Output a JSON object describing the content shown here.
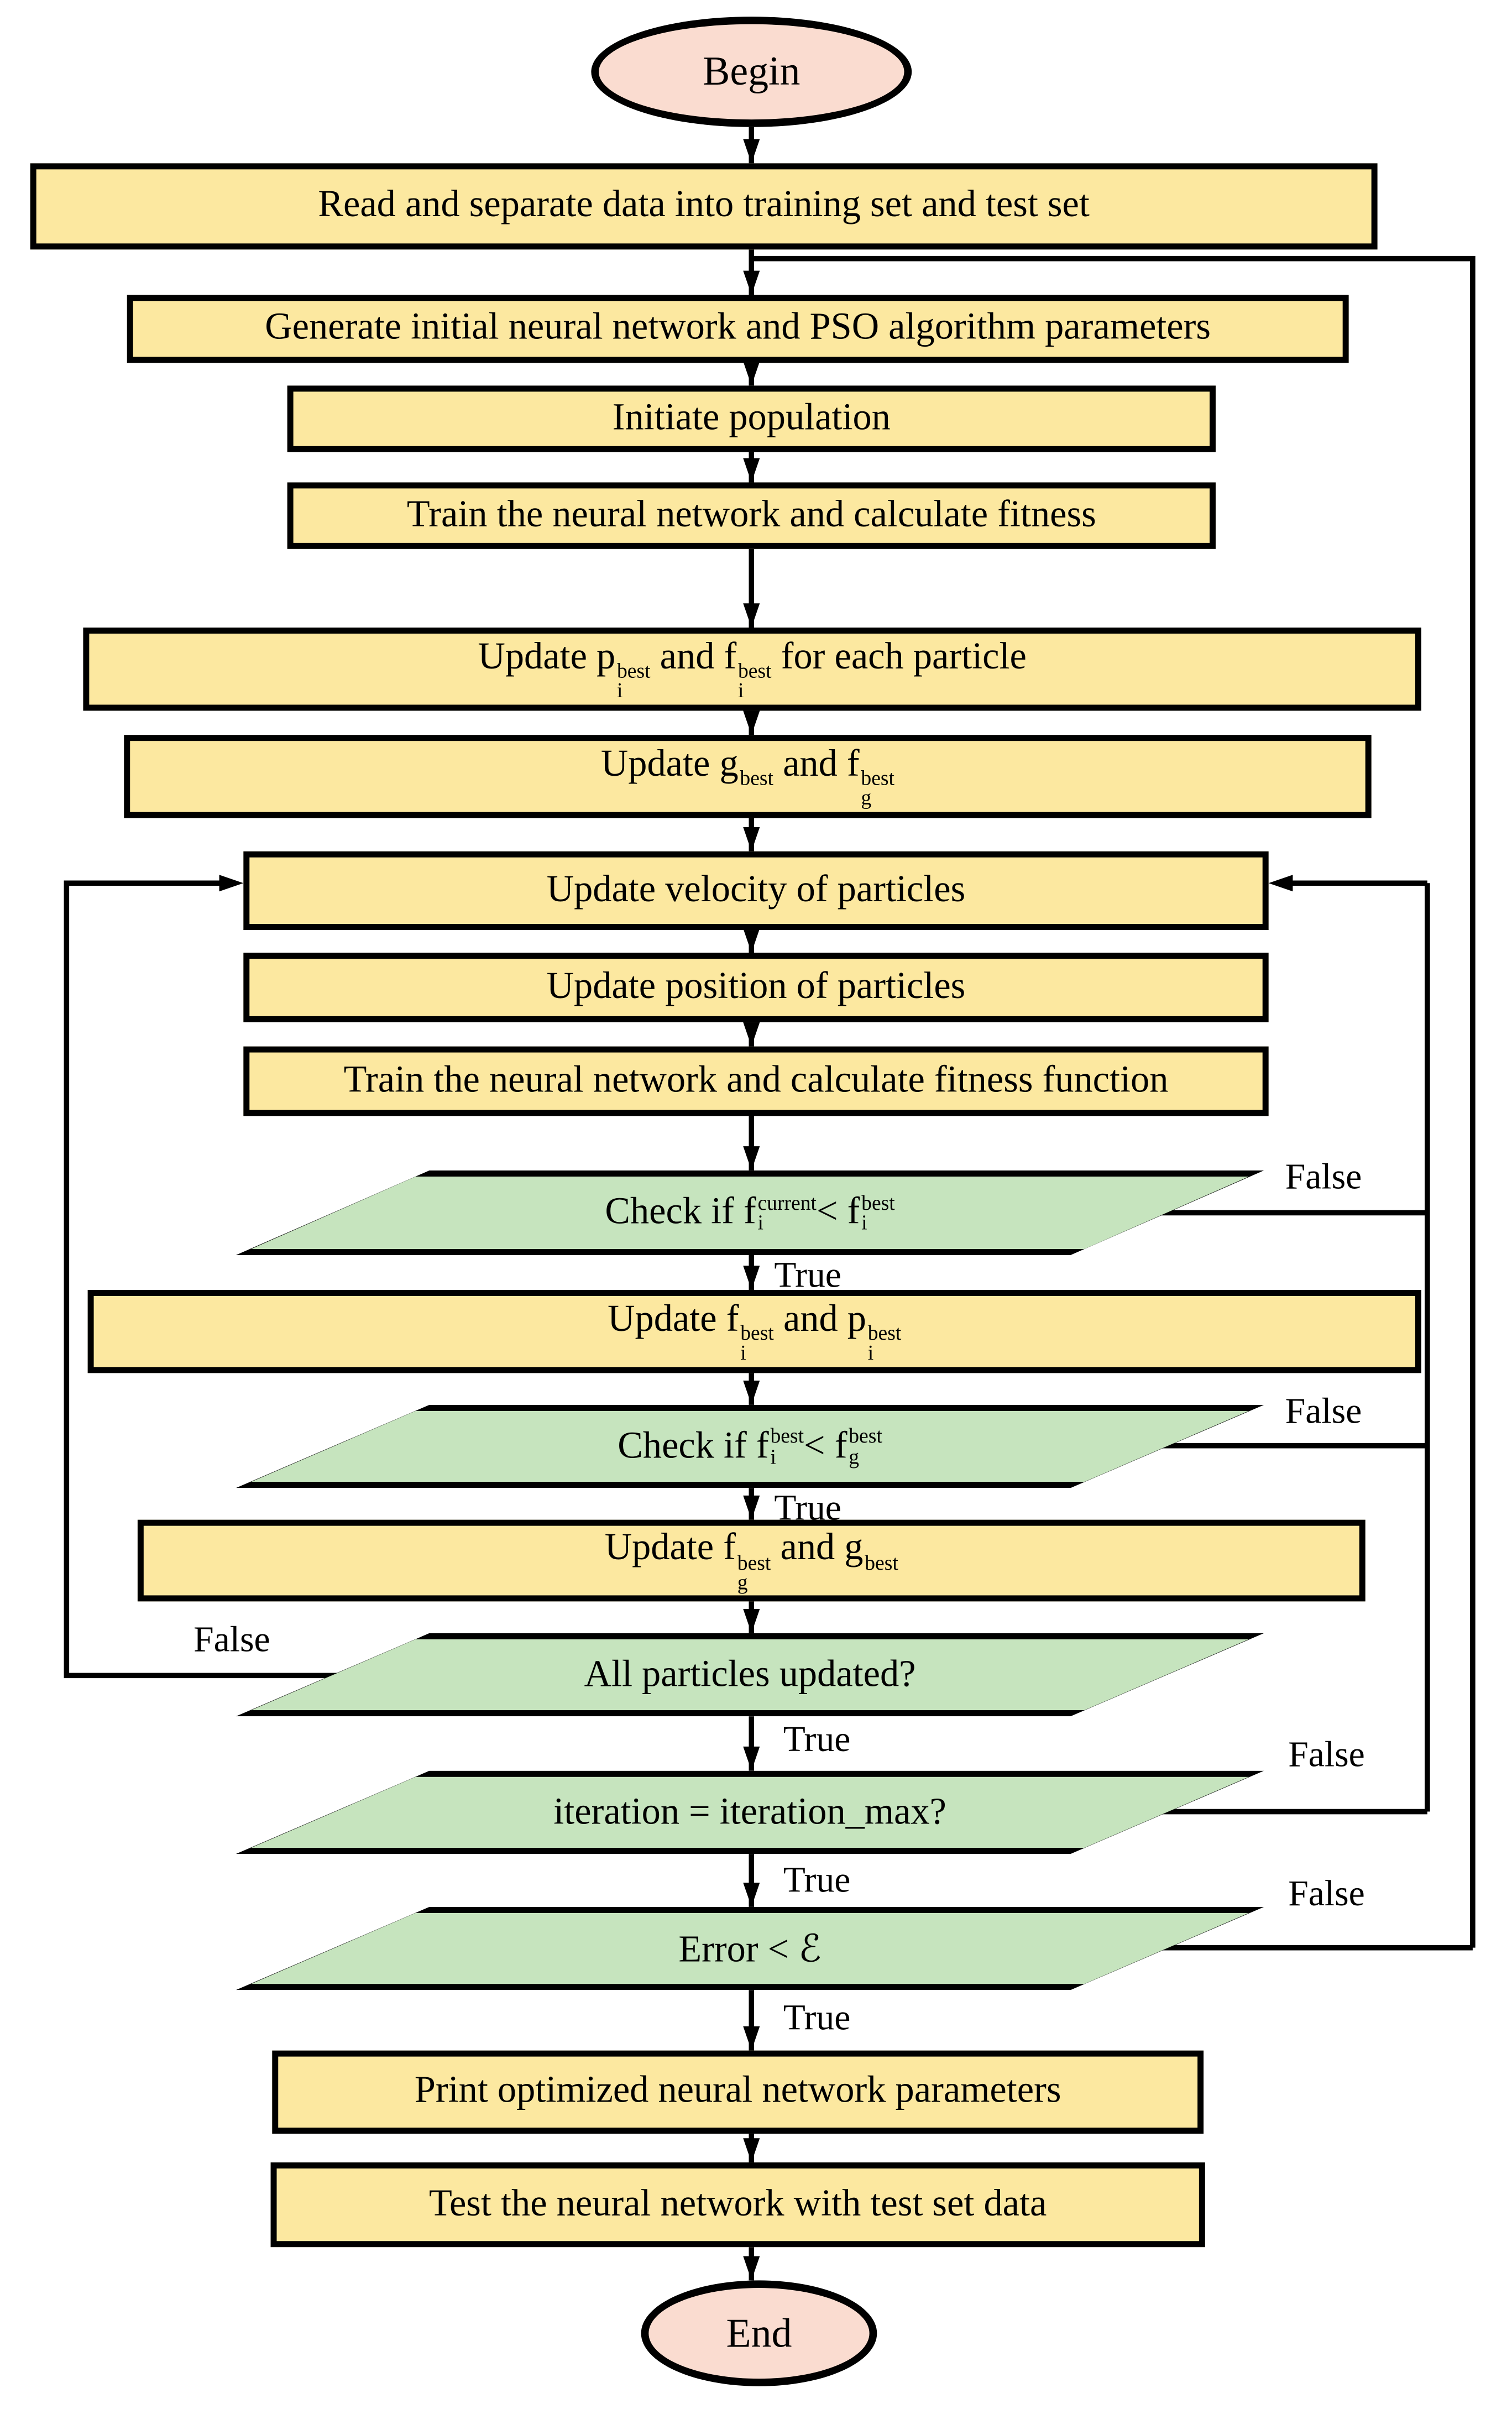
{
  "colors": {
    "process-fill": "#FCE8A0",
    "decision-fill": "#C6E4BE",
    "terminal-fill": "#FADCD0",
    "ink": "#000000",
    "background": "#FFFFFF"
  },
  "branch": {
    "true_label": "True",
    "false_label": "False"
  },
  "nodes": {
    "begin": {
      "type": "terminator",
      "label": "Begin"
    },
    "read_data": {
      "type": "process",
      "label": "Read and separate data into training set and test set"
    },
    "generate_params": {
      "type": "process",
      "label": "Generate initial neural network and PSO algorithm parameters"
    },
    "initiate_population": {
      "type": "process",
      "label": "Initiate population"
    },
    "train_fitness": {
      "type": "process",
      "label": "Train the neural network and calculate fitness"
    },
    "update_pbest": {
      "type": "process",
      "parts": [
        {
          "t": "Update p"
        },
        {
          "sub": "i",
          "sup": "best"
        },
        {
          "t": " and f"
        },
        {
          "sub": "i",
          "sup": "best"
        },
        {
          "t": " for each particle"
        }
      ]
    },
    "update_gbest": {
      "type": "process",
      "parts": [
        {
          "t": "Update g"
        },
        {
          "sup": "best"
        },
        {
          "t": " and f"
        },
        {
          "sub": "g",
          "sup": "best"
        }
      ]
    },
    "update_velocity": {
      "type": "process",
      "label": "Update velocity of particles"
    },
    "update_position": {
      "type": "process",
      "label": "Update position of particles"
    },
    "train_fitness_function": {
      "type": "process",
      "label": "Train the neural network and calculate fitness function"
    },
    "check_fi_current": {
      "type": "decision",
      "parts": [
        {
          "t": "Check if f"
        },
        {
          "sub": "i",
          "sup": "current"
        },
        {
          "t": " < f"
        },
        {
          "sub": "i",
          "sup": "best"
        }
      ]
    },
    "update_fibest_pibest": {
      "type": "process",
      "parts": [
        {
          "t": "Update f"
        },
        {
          "sub": "i",
          "sup": "best"
        },
        {
          "t": " and p"
        },
        {
          "sub": "i",
          "sup": "best"
        }
      ]
    },
    "check_fi_best": {
      "type": "decision",
      "parts": [
        {
          "t": "Check if f"
        },
        {
          "sub": "i",
          "sup": "best"
        },
        {
          "t": " < f"
        },
        {
          "sub": "g",
          "sup": "best"
        }
      ]
    },
    "update_fgbest_gbest": {
      "type": "process",
      "parts": [
        {
          "t": "Update f"
        },
        {
          "sub": "g",
          "sup": "best"
        },
        {
          "t": " and g"
        },
        {
          "sup": "best"
        }
      ]
    },
    "all_particles_updated": {
      "type": "decision",
      "label": "All particles updated?"
    },
    "iteration_check": {
      "type": "decision",
      "label": "iteration = iteration_max?"
    },
    "error_check": {
      "type": "decision",
      "label": "Error < ℰ"
    },
    "print_params": {
      "type": "process",
      "label": "Print optimized neural network parameters"
    },
    "test_network": {
      "type": "process",
      "label": "Test the neural network with test set data"
    },
    "end": {
      "type": "terminator",
      "label": "End"
    }
  }
}
